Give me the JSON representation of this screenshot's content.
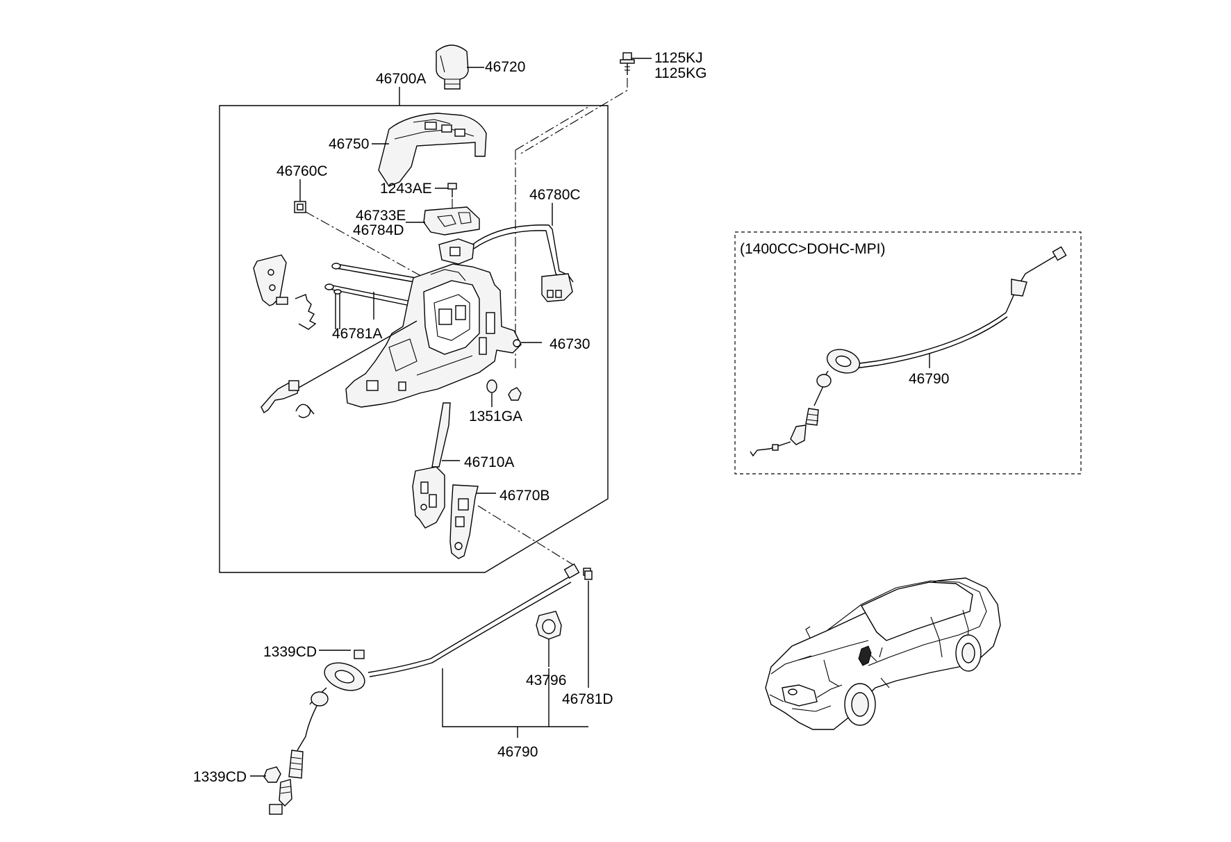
{
  "diagram": {
    "callouts": {
      "p46700A": "46700A",
      "p46720": "46720",
      "p1125KJ": "1125KJ",
      "p1125KG": "1125KG",
      "p46750": "46750",
      "p46760C": "46760C",
      "p1243AE": "1243AE",
      "p46780C": "46780C",
      "p46733E": "46733E",
      "p46784D": "46784D",
      "p46781A": "46781A",
      "p46730": "46730",
      "p1351GA": "1351GA",
      "p46710A": "46710A",
      "p46770B": "46770B",
      "p1339CD_top": "1339CD",
      "p1339CD_bottom": "1339CD",
      "p43796": "43796",
      "p46781D": "46781D",
      "p46790_main": "46790",
      "p46790_inset": "46790"
    },
    "inset": {
      "title": "(1400CC>DOHC-MPI)"
    }
  }
}
